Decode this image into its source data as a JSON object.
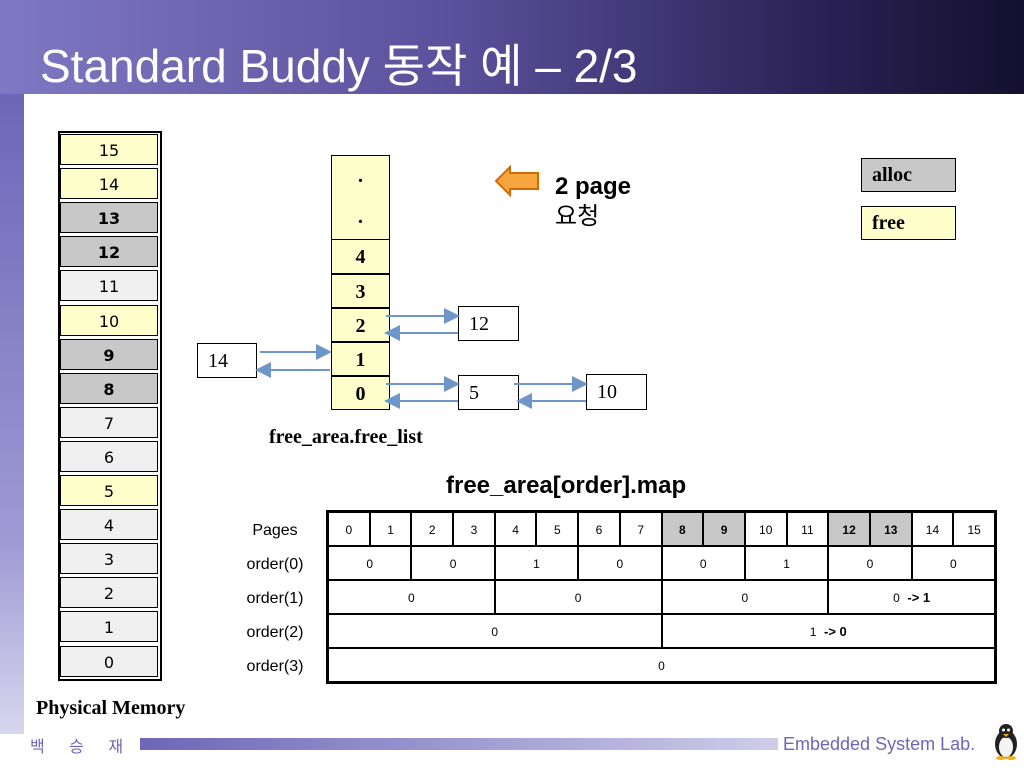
{
  "slide": {
    "title": "Standard Buddy 동작 예 – 2/3",
    "footer_left": "백 승 재",
    "footer_right": "Embedded System Lab."
  },
  "physical_memory": {
    "label": "Physical Memory",
    "cells": [
      {
        "page": "15",
        "state": "free"
      },
      {
        "page": "14",
        "state": "free"
      },
      {
        "page": "13",
        "state": "alloc"
      },
      {
        "page": "12",
        "state": "alloc"
      },
      {
        "page": "11",
        "state": "neutral"
      },
      {
        "page": "10",
        "state": "free"
      },
      {
        "page": "9",
        "state": "alloc"
      },
      {
        "page": "8",
        "state": "alloc"
      },
      {
        "page": "7",
        "state": "neutral"
      },
      {
        "page": "6",
        "state": "neutral"
      },
      {
        "page": "5",
        "state": "free"
      },
      {
        "page": "4",
        "state": "neutral"
      },
      {
        "page": "3",
        "state": "neutral"
      },
      {
        "page": "2",
        "state": "neutral"
      },
      {
        "page": "1",
        "state": "neutral"
      },
      {
        "page": "0",
        "state": "neutral"
      }
    ]
  },
  "free_list": {
    "label": "free_area.free_list",
    "orders": [
      "·",
      "·",
      "4",
      "3",
      "2",
      "1",
      "0"
    ],
    "nodes": {
      "order1": "14",
      "order2": "12",
      "order0_a": "5",
      "order0_b": "10"
    }
  },
  "request": {
    "line1": "2 page",
    "line2": "요청"
  },
  "legend": {
    "alloc": "alloc",
    "free": "free"
  },
  "map": {
    "title": "free_area[order].map",
    "pages_label": "Pages",
    "pages": [
      "0",
      "1",
      "2",
      "3",
      "4",
      "5",
      "6",
      "7",
      "8",
      "9",
      "10",
      "11",
      "12",
      "13",
      "14",
      "15"
    ],
    "alloc_pages": [
      "8",
      "9",
      "12",
      "13"
    ],
    "rows": [
      {
        "label": "order(0)",
        "values": [
          "0",
          "0",
          "1",
          "0",
          "0",
          "1",
          "0",
          "0"
        ],
        "notes": [
          "",
          "",
          "",
          "",
          "",
          "",
          "",
          ""
        ]
      },
      {
        "label": "order(1)",
        "values": [
          "0",
          "0",
          "0",
          "0"
        ],
        "notes": [
          "",
          "",
          "",
          "-> 1"
        ]
      },
      {
        "label": "order(2)",
        "values": [
          "0",
          "1"
        ],
        "notes": [
          "",
          "-> 0"
        ]
      },
      {
        "label": "order(3)",
        "values": [
          "0"
        ],
        "notes": [
          ""
        ]
      }
    ]
  },
  "colors": {
    "free": "#ffffcc",
    "alloc": "#c8c8c8",
    "neutral": "#f0f0f0",
    "arrow_fill": "#f7a541",
    "arrow_stroke": "#d46a00",
    "link_arrow": "#6e96c8"
  }
}
